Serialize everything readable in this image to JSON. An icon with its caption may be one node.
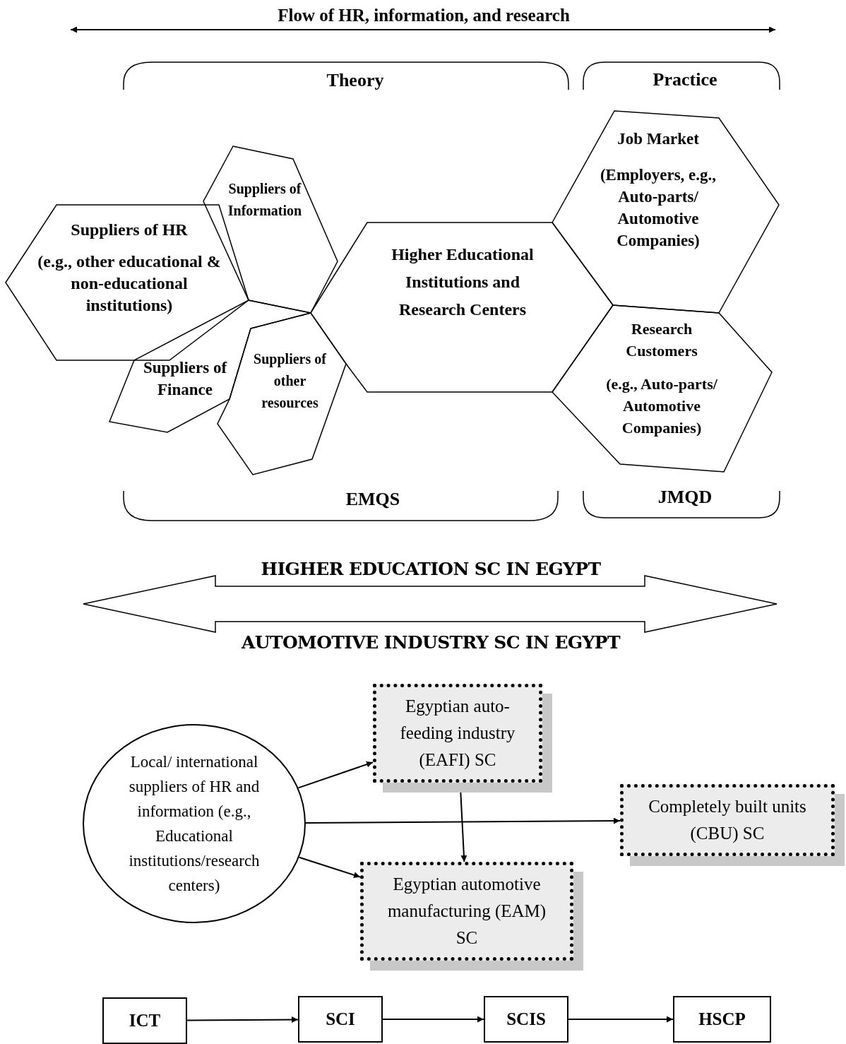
{
  "diagram": {
    "nodes": [
      {
        "text": [
          "Suppliers of HR",
          "(e.g., other educational & non-educational institutions)"
        ]
      },
      {
        "text": [
          "Suppliers of Information"
        ]
      },
      {
        "text": [
          "Suppliers of Finance"
        ]
      },
      {
        "text": [
          "Suppliers of other resources"
        ]
      },
      {
        "text": [
          "Higher Educational Institutions and Research Centers"
        ]
      },
      {
        "text": [
          "Job Market",
          "(Employers, e.g., Auto-parts/ Automotive Companies)"
        ]
      },
      {
        "text": [
          "Research Customers",
          "(e.g., Auto-parts/ Automotive Companies)"
        ]
      },
      {
        "text": [
          "Local/ international suppliers of HR and information (e.g., Educational institutions/research centers)"
        ]
      },
      {
        "text": [
          "Egyptian auto-feeding industry (EAFI) SC"
        ]
      },
      {
        "text": [
          "Completely built units (CBU) SC"
        ]
      },
      {
        "text": [
          "Egyptian automotive manufacturing (EAM) SC"
        ]
      },
      {
        "text": [
          "ICT"
        ]
      },
      {
        "text": [
          "SCI"
        ]
      },
      {
        "text": [
          "SCIS"
        ]
      },
      {
        "text": [
          "HSCP"
        ]
      }
    ],
    "edges": [
      {
        "from": 7,
        "to": 8,
        "arrow": "to"
      },
      {
        "from": 7,
        "to": 9,
        "arrow": "to"
      },
      {
        "from": 7,
        "to": 10,
        "arrow": "to"
      },
      {
        "from": 8,
        "to": 10,
        "arrow": "to"
      },
      {
        "from": 11,
        "to": 12,
        "arrow": "to"
      },
      {
        "from": 12,
        "to": 13,
        "arrow": "to"
      },
      {
        "from": 13,
        "to": 14,
        "arrow": "to"
      }
    ],
    "labels": [
      "Flow of HR, information, and research",
      "Theory",
      "Practice",
      "EMQS",
      "JMQD",
      "HIGHER EDUCATION SC IN EGYPT",
      "AUTOMOTIVE INDUSTRY SC IN EGYPT"
    ]
  }
}
